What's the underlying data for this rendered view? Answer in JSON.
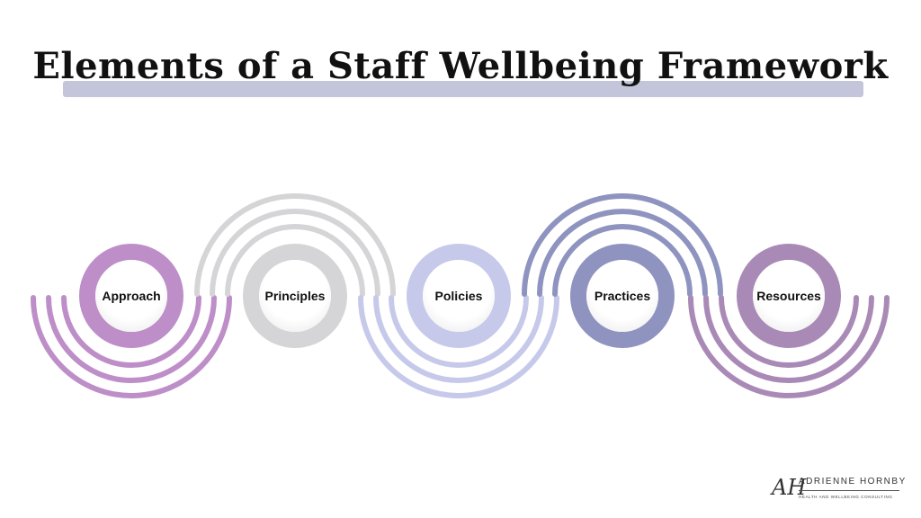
{
  "title": "Elements of a Staff Wellbeing Framework",
  "elements": [
    {
      "label": "Approach",
      "color": "#bd8ec8",
      "arcs": "below"
    },
    {
      "label": "Principles",
      "color": "#d5d5d7",
      "arcs": "above"
    },
    {
      "label": "Policies",
      "color": "#c6c9ea",
      "arcs": "below"
    },
    {
      "label": "Practices",
      "color": "#8e94bf",
      "arcs": "above"
    },
    {
      "label": "Resources",
      "color": "#a98ab6",
      "arcs": "below"
    }
  ],
  "logo": {
    "monogram": "AH",
    "name": "ADRIENNE HORNBY",
    "tagline": "HEALTH AND WELLBEING CONSULTING"
  }
}
